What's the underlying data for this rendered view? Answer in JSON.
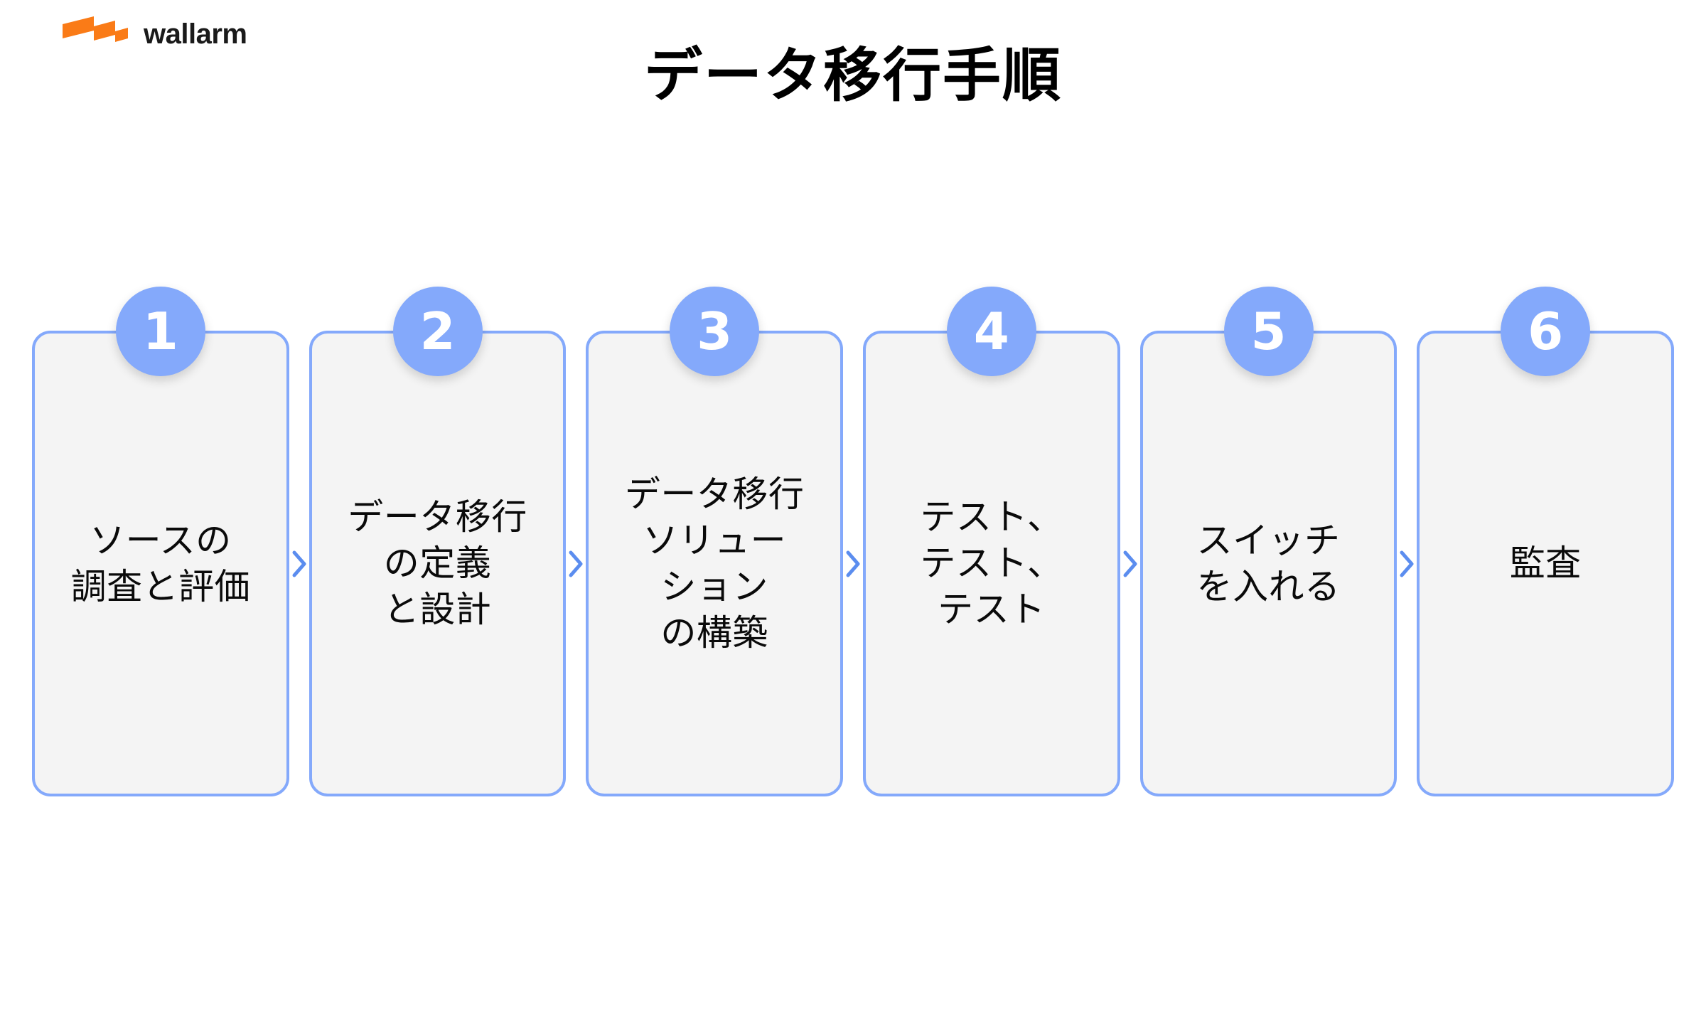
{
  "brand": {
    "logo_icon": "wallarm-bolt-logo-icon",
    "name": "wallarm",
    "color": "#FA7B17"
  },
  "title": "データ移行手順",
  "theme": {
    "accent": "#84A9FB",
    "card_fill": "#F4F4F4",
    "card_border": "#84A9FB",
    "text": "#0A0A0A",
    "background": "#FFFFFF"
  },
  "chart_data": {
    "type": "table",
    "title": "データ移行手順",
    "categories": [
      "1",
      "2",
      "3",
      "4",
      "5",
      "6"
    ],
    "values": [
      "ソースの\n調査と評価",
      "データ移行\nの定義\nと設計",
      "データ移行\nソリュー\nション\nの構築",
      "テスト、\nテスト、\nテスト",
      "スイッチ\nを入れる",
      "監査"
    ],
    "xlabel": "",
    "ylabel": "",
    "legend": [],
    "grid": false
  },
  "steps": [
    {
      "number": "1",
      "text": "ソースの\n調査と評価"
    },
    {
      "number": "2",
      "text": "データ移行\nの定義\nと設計"
    },
    {
      "number": "3",
      "text": "データ移行\nソリュー\nション\nの構築"
    },
    {
      "number": "4",
      "text": "テスト、\nテスト、\nテスト"
    },
    {
      "number": "5",
      "text": "スイッチ\nを入れる"
    },
    {
      "number": "6",
      "text": "監査"
    }
  ],
  "connectors": {
    "icon": "chevron-right-icon",
    "count": 5
  }
}
